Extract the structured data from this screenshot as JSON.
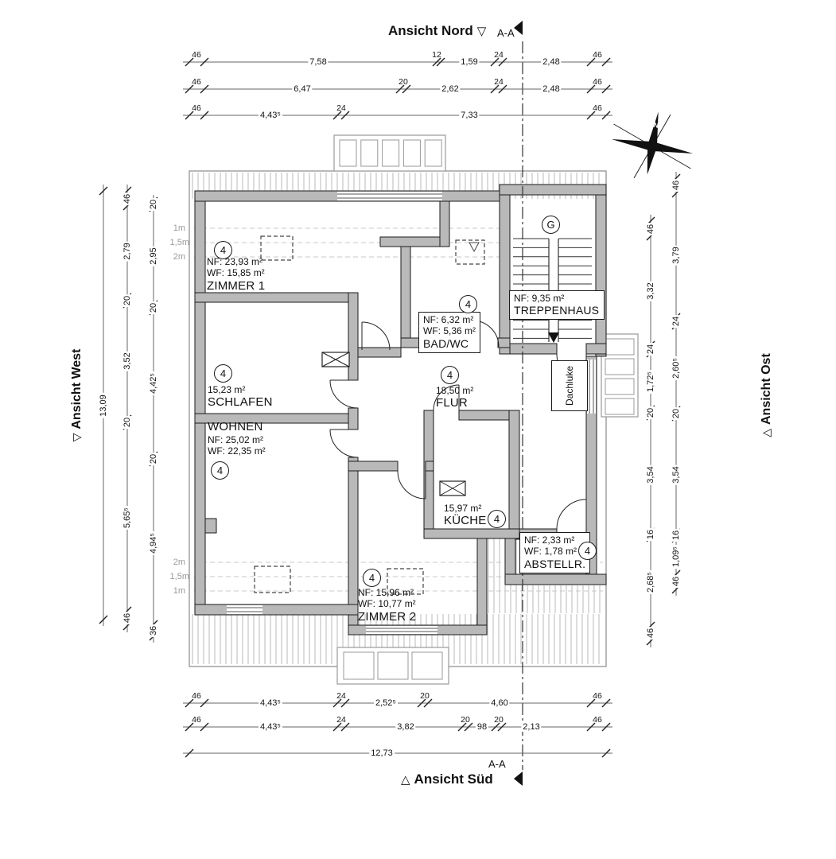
{
  "views": {
    "north": {
      "label": "Ansicht Nord",
      "marker": "▽"
    },
    "south": {
      "label": "Ansicht Süd",
      "marker": "△"
    },
    "west": {
      "label": "Ansicht West",
      "marker": "▽"
    },
    "east": {
      "label": "Ansicht Ost",
      "marker": "△"
    }
  },
  "section": {
    "label": "A-A"
  },
  "compass": {
    "north": "N"
  },
  "rooms": {
    "zimmer1": {
      "tag": "4",
      "nf": "NF: 23,93 m²",
      "wf": "WF: 15,85 m²",
      "name": "ZIMMER 1"
    },
    "badwc": {
      "tag": "4",
      "nf": "NF: 6,32 m²",
      "wf": "WF: 5,36 m²",
      "name": "BAD/WC"
    },
    "treppenhaus": {
      "nf": "NF: 9,35 m²",
      "name": "TREPPENHAUS",
      "stair": "G"
    },
    "schlafen": {
      "tag": "4",
      "area": "15,23 m²",
      "name": "SCHLAFEN"
    },
    "flur": {
      "tag": "4",
      "area": "18,50 m²",
      "name": "FLUR"
    },
    "dachluke": {
      "name": "Dachluke"
    },
    "wohnen": {
      "tag": "4",
      "name": "WOHNEN",
      "nf": "NF: 25,02 m²",
      "wf": "WF: 22,35 m²"
    },
    "kueche": {
      "tag": "4",
      "area": "15,97 m²",
      "name": "KÜCHE"
    },
    "abstellraum": {
      "tag": "4",
      "nf": "NF: 2,33 m²",
      "wf": "WF: 1,78 m²",
      "name": "ABSTELLR."
    },
    "zimmer2": {
      "tag": "4",
      "nf": "NF: 15,96 m²",
      "wf": "WF: 10,77 m²",
      "name": "ZIMMER 2"
    }
  },
  "dimensions": {
    "top_rows": [
      [
        "46",
        "7,58",
        "12",
        "1,59",
        "24",
        "2,48",
        "46"
      ],
      [
        "46",
        "6,47",
        "20",
        "2,62",
        "24",
        "2,48",
        "46"
      ],
      [
        "46",
        "4,43⁵",
        "24",
        "7,33",
        "46"
      ]
    ],
    "bottom_rows": [
      [
        "46",
        "4,43⁵",
        "24",
        "2,52⁵",
        "20",
        "4,60",
        "46"
      ],
      [
        "46",
        "4,43⁵",
        "24",
        "3,82",
        "20",
        "98",
        "20",
        "2,13",
        "46"
      ]
    ],
    "bottom_total": [
      "12,73"
    ],
    "left_total": [
      "13,09"
    ],
    "left_mid": [
      "46",
      "2,79",
      "20",
      "3,52",
      "20",
      "5,65⁵",
      "46"
    ],
    "left_inner": [
      "20",
      "2,95",
      "20",
      "4,42⁵",
      "20",
      "4,94⁵",
      "36"
    ],
    "right_inner": [
      "46",
      "3,32",
      "24",
      "1,72⁵",
      "20",
      "3,54",
      "16",
      "2,68⁵",
      "46"
    ],
    "right_outer": [
      "46",
      "3,79",
      "24",
      "2,60⁵",
      "20",
      "3,54",
      "16",
      "1,09⁵",
      "46"
    ],
    "roof_top": [
      "1m",
      "1,5m",
      "2m"
    ],
    "roof_bottom": [
      "2m",
      "1,5m",
      "1m"
    ]
  }
}
